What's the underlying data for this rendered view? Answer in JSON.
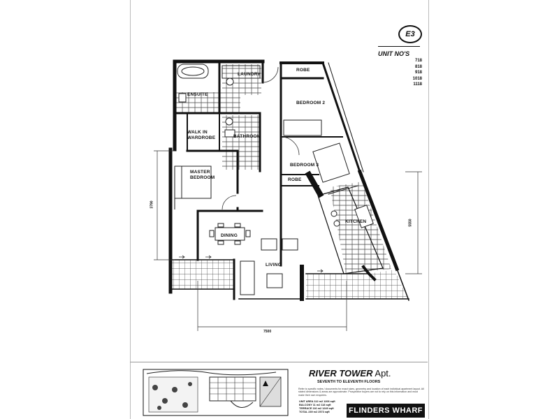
{
  "plan": {
    "code": "E3",
    "unit_header": "UNIT NO'S",
    "units": [
      "718",
      "818",
      "918",
      "1018",
      "1118"
    ],
    "rooms": {
      "robe_top": "ROBE",
      "laundry": "LAUNDRY",
      "ensuite": "ENSUITE",
      "bedroom2": "BEDROOM 2",
      "walk_in_1": "WALK IN",
      "walk_in_2": "WARDROBE",
      "bathroom": "BATHROOM",
      "bedroom3": "BEDROOM 3",
      "robe_lower": "ROBE",
      "master_1": "MASTER",
      "master_2": "BEDROOM",
      "kitchen": "KITCHEN",
      "dining": "DINING",
      "living": "LIVING"
    },
    "dims": {
      "width": "7500",
      "left_height": "3790",
      "right_height": "5550"
    }
  },
  "footer": {
    "title_main": "RIVER TOWER",
    "title_suffix": " Apt.",
    "subtitle": "SEVENTH TO ELEVENTH FLOORS",
    "fine_print": "Refer to specific notes / documents for exact sizes, geometry and location of each individual apartment layout. All stated dimensions & areas are approximate. Prospective buyers are not to rely on this information and must make their own enquiries.",
    "areas": [
      {
        "label": "UNIT AREA",
        "value": "112 m2   1206 sqft"
      },
      {
        "label": "BALCONY",
        "value": "11 m2   118 sqft"
      },
      {
        "label": "TERRACE",
        "value": "116 m2   1249 sqft"
      },
      {
        "label": "TOTAL",
        "value": "239 m2   2573 sqft"
      }
    ],
    "brand": "FLINDERS WHARF"
  }
}
